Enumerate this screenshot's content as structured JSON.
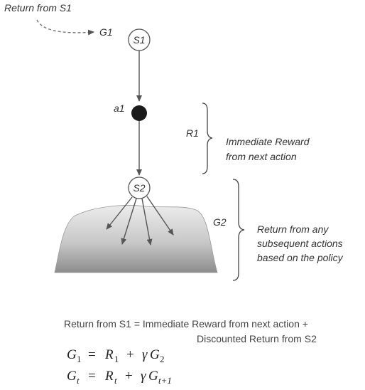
{
  "diagram": {
    "return_from_s1_label": "Return from S1",
    "g1_label": "G1",
    "s1_label": "S1",
    "a1_label": "a1",
    "r1_label": "R1",
    "immediate_reward_line1": "Immediate Reward",
    "immediate_reward_line2": "from next action",
    "s2_label": "S2",
    "g2_label": "G2",
    "return_any_line1": "Return from any",
    "return_any_line2": "subsequent actions",
    "return_any_line3": "based on the policy"
  },
  "caption": {
    "line1": "Return from S1 = Immediate Reward from next action +",
    "line2": "Discounted Return from S2"
  },
  "equations": {
    "eq1": {
      "lhs": "G",
      "lhs_sub": "1",
      "equals": "=",
      "term1": "R",
      "term1_sub": "1",
      "plus": "+",
      "gamma": "γ",
      "term2": "G",
      "term2_sub": "2"
    },
    "eq2": {
      "lhs": "G",
      "lhs_sub": "t",
      "equals": "=",
      "term1": "R",
      "term1_sub": "t",
      "plus": "+",
      "gamma": "γ",
      "term2": "G",
      "term2_sub": "t+1"
    }
  }
}
